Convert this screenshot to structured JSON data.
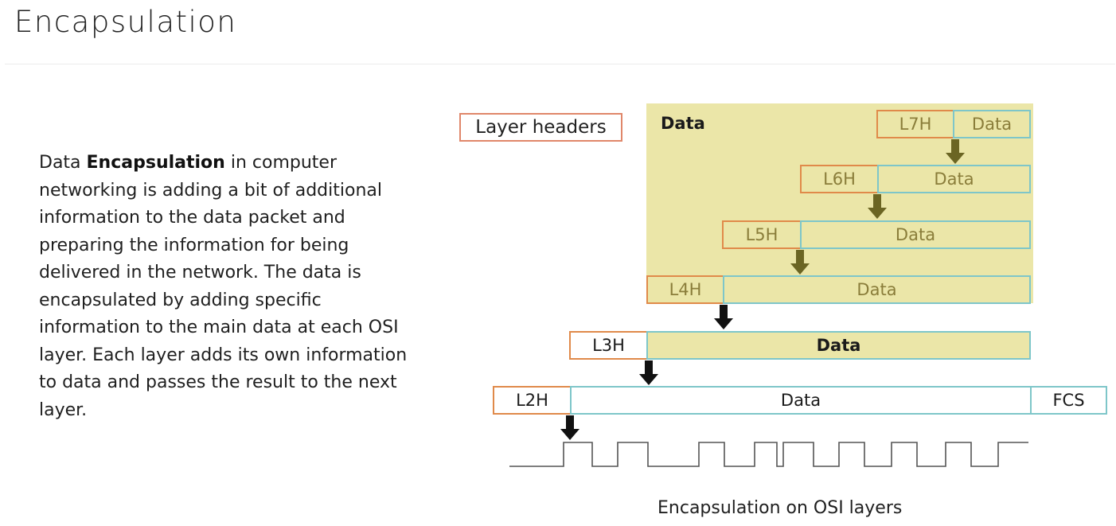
{
  "slide": {
    "title": "Encapsulation",
    "paragraph": {
      "before": "Data ",
      "bold": "Encapsulation",
      "after": " in computer networking is adding a bit of additional information to the data packet and preparing the information for being delivered in the network. The data is encapsulated by adding specific information to the main data at each OSI layer. Each layer adds its own information to data and passes the result to the next layer."
    }
  },
  "diagram": {
    "legend_label": "Layer headers",
    "upper_band_label": "Data",
    "rows": [
      {
        "header": "L7H",
        "data": "Data"
      },
      {
        "header": "L6H",
        "data": "Data"
      },
      {
        "header": "L5H",
        "data": "Data"
      },
      {
        "header": "L4H",
        "data": "Data"
      },
      {
        "header": "L3H",
        "data": "Data"
      },
      {
        "header": "L2H",
        "data": "Data",
        "trailer": "FCS"
      }
    ],
    "caption": "Encapsulation on OSI layers",
    "colors": {
      "header_border": "#e08a4a",
      "data_border": "#7ec6c9",
      "band_fill": "#ebe6a8",
      "olive_arrow": "#6b6523",
      "black_arrow": "#111111"
    }
  }
}
